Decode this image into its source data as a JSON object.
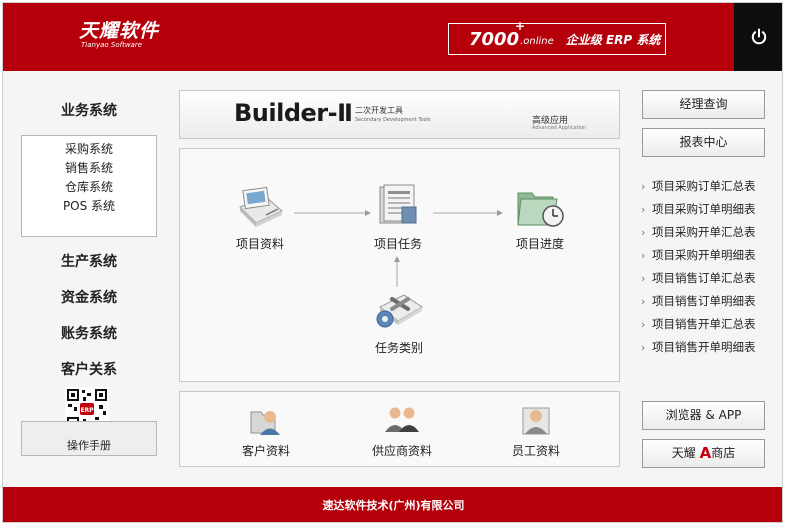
{
  "header": {
    "logo_cn": "天耀软件",
    "logo_en": "Tianyao Software",
    "erp_number": "7000",
    "erp_plus": "+",
    "erp_online": ".online",
    "erp_text": "企业级 ERP 系统",
    "power_icon": "power-icon"
  },
  "left_nav": {
    "business": "业务系统",
    "business_items": [
      "采购系统",
      "销售系统",
      "仓库系统",
      "POS 系统"
    ],
    "production": "生产系统",
    "funds": "资金系统",
    "accounts": "账务系统",
    "customer_relations": "客户关系",
    "manual_label": "操作手册"
  },
  "builder": {
    "title": "Builder-Ⅱ",
    "subtitle_cn": "二次开发工具",
    "subtitle_en": "Secondary Development Tools",
    "advanced_cn": "高级应用",
    "advanced_en": "Advanced Application"
  },
  "flow": {
    "project_data": "项目资料",
    "project_tasks": "项目任务",
    "project_progress": "项目进度",
    "task_category": "任务类别"
  },
  "resources": {
    "customer_data": "客户资料",
    "supplier_data": "供应商资料",
    "employee_data": "员工资料"
  },
  "right_panel": {
    "manager_query": "经理查询",
    "report_center": "报表中心",
    "reports": [
      "项目采购订单汇总表",
      "项目采购订单明细表",
      "项目采购开单汇总表",
      "项目采购开单明细表",
      "项目销售订单汇总表",
      "项目销售订单明细表",
      "项目销售开单汇总表",
      "项目销售开单明细表"
    ],
    "browser_app": "浏览器 & APP",
    "store_prefix": "天耀",
    "store_a": "A",
    "store_suffix": "商店"
  },
  "footer": {
    "company": "速达软件技术(广州)有限公司"
  },
  "colors": {
    "brand_red": "#b5000b",
    "power_bg": "#0d0d0d",
    "panel_border": "#c8c8c8"
  }
}
